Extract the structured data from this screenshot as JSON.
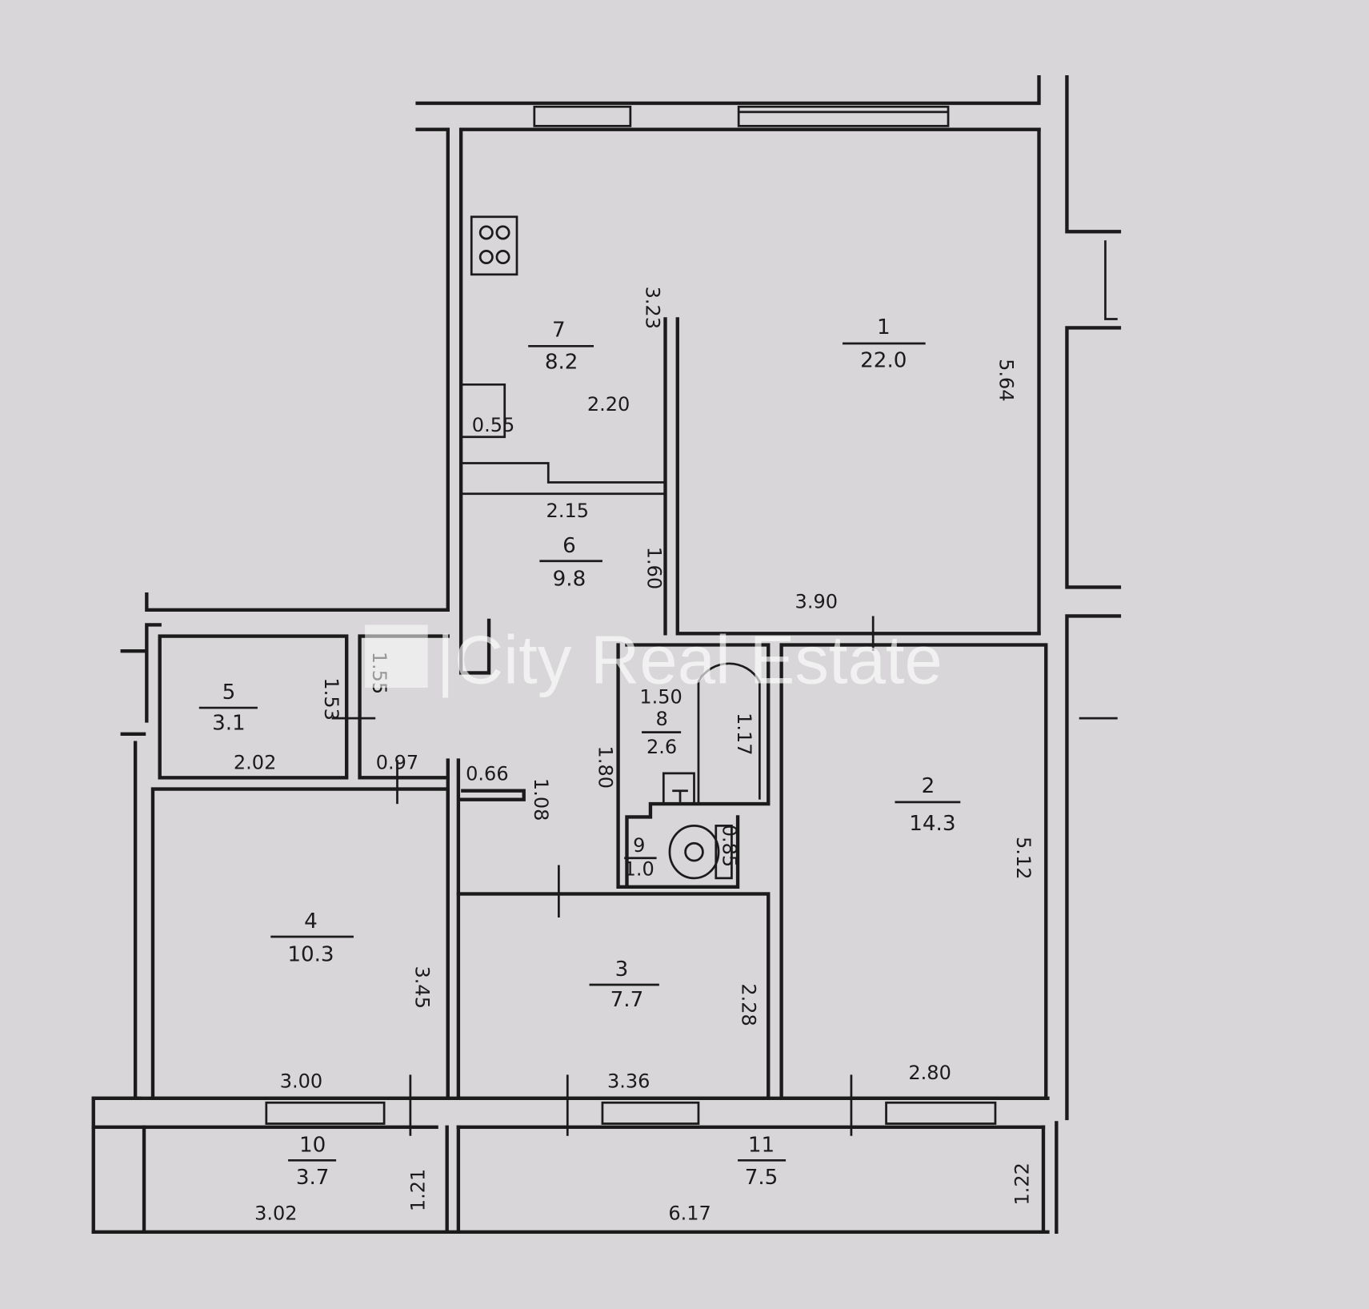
{
  "rooms": [
    {
      "number": "1",
      "area": "22.0"
    },
    {
      "number": "2",
      "area": "14.3"
    },
    {
      "number": "3",
      "area": "7.7"
    },
    {
      "number": "4",
      "area": "10.3"
    },
    {
      "number": "5",
      "area": "3.1"
    },
    {
      "number": "6",
      "area": "9.8"
    },
    {
      "number": "7",
      "area": "8.2"
    },
    {
      "number": "8",
      "area": "2.6"
    },
    {
      "number": "9",
      "area": "1.0"
    },
    {
      "number": "10",
      "area": "3.7"
    },
    {
      "number": "11",
      "area": "7.5"
    }
  ],
  "dimensions": {
    "r1_height": "5.64",
    "r1_width": "3.90",
    "r7_height": "3.23",
    "r7_width": "2.20",
    "r7_niche": "0.55",
    "r6_width": "2.15",
    "r6_height": "1.60",
    "r5_width": "2.02",
    "r5_height": "1.53",
    "corridor_height": "1.55",
    "corridor_width": "0.97",
    "hall_niche": "0.66",
    "hall_depth": "1.08",
    "hall_length": "1.80",
    "r8_width": "1.50",
    "r8_bath": "1.17",
    "r9_width": "0.85",
    "r2_height": "5.12",
    "r2_width": "2.80",
    "r4_height": "3.45",
    "r4_width": "3.00",
    "r3_height": "2.28",
    "r3_width": "3.36",
    "b10_width": "3.02",
    "b10_depth": "1.21",
    "b11_width": "6.17",
    "b11_depth": "1.22"
  },
  "watermark": "|City Real Estate"
}
